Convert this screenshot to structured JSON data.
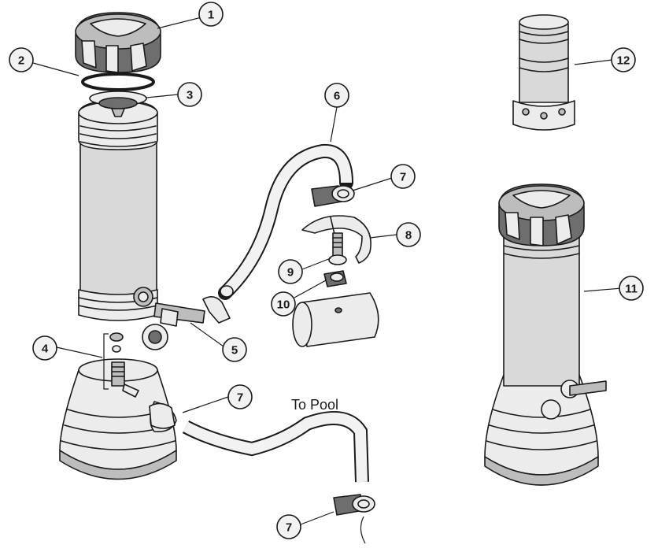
{
  "callouts": [
    {
      "id": "callout-1",
      "label": "1"
    },
    {
      "id": "callout-2",
      "label": "2"
    },
    {
      "id": "callout-3",
      "label": "3"
    },
    {
      "id": "callout-4",
      "label": "4"
    },
    {
      "id": "callout-5",
      "label": "5"
    },
    {
      "id": "callout-6",
      "label": "6"
    },
    {
      "id": "callout-7a",
      "label": "7"
    },
    {
      "id": "callout-7b",
      "label": "7"
    },
    {
      "id": "callout-7c",
      "label": "7"
    },
    {
      "id": "callout-8",
      "label": "8"
    },
    {
      "id": "callout-9",
      "label": "9"
    },
    {
      "id": "callout-10",
      "label": "10"
    },
    {
      "id": "callout-11",
      "label": "11"
    },
    {
      "id": "callout-12",
      "label": "12"
    }
  ],
  "annotation": {
    "to_pool": "To Pool"
  }
}
